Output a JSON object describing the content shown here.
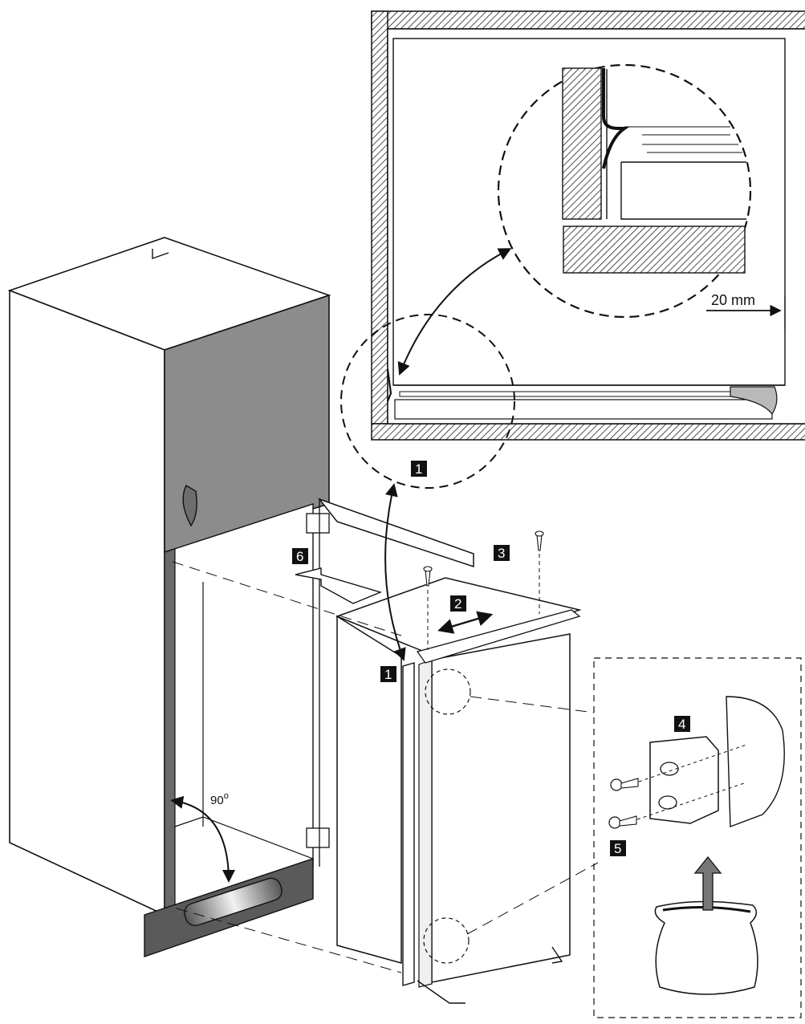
{
  "step_labels": {
    "s1a": "1",
    "s1b": "1",
    "s2": "2",
    "s3": "3",
    "s4": "4",
    "s5": "5",
    "s6": "6"
  },
  "dimension": {
    "gap": "20 mm"
  },
  "angle": {
    "door_open": "90",
    "degree_symbol": "o"
  },
  "colors": {
    "panel_dark": "#555555",
    "panel_mid": "#8a8a8a",
    "line": "#1a1a1a",
    "background": "#ffffff"
  }
}
